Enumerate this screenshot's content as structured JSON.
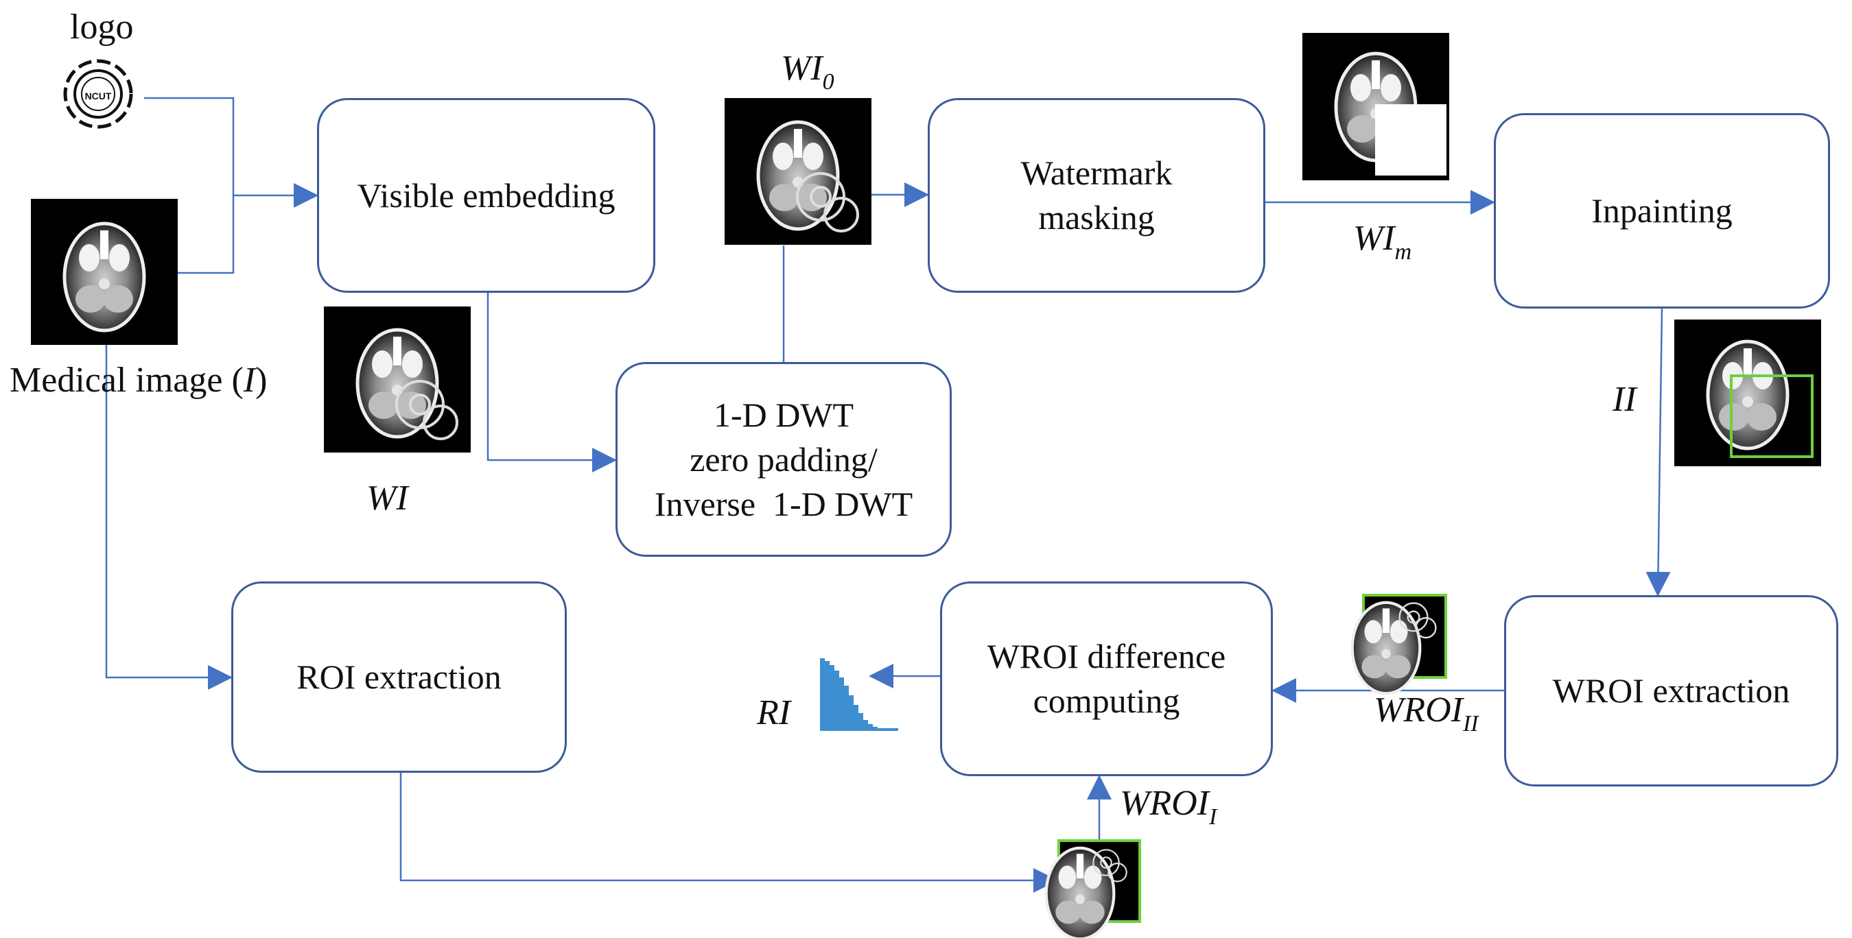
{
  "logo": {
    "label": "logo",
    "seal_text": "NCUT"
  },
  "images": {
    "medical_image_label": "Medical image",
    "medical_image_symbol": "I",
    "wi_label": "WI",
    "wi0": {
      "main": "WI",
      "sub": "0"
    },
    "wim": {
      "main": "WI",
      "sub": "m"
    },
    "ii_label": "II",
    "wroi_ii": {
      "main": "WROI",
      "sub": "II"
    },
    "wroi_i": {
      "main": "WROI",
      "sub": "I"
    },
    "ri_label": "RI"
  },
  "boxes": {
    "visible_embedding": "Visible embedding",
    "watermark_masking": [
      "Watermark",
      "masking"
    ],
    "inpainting": "Inpainting",
    "dwt": [
      "1-D DWT",
      "zero padding/",
      "Inverse  1-D DWT"
    ],
    "roi_extraction": "ROI extraction",
    "wroi_difference": [
      "WROI difference",
      "computing"
    ],
    "wroi_extraction": "WROI extraction"
  },
  "colors": {
    "arrow": "#4472c4",
    "box_border": "#3d5a99",
    "roi_border": "#6fcf3c",
    "histogram": "#3d8fd1"
  }
}
